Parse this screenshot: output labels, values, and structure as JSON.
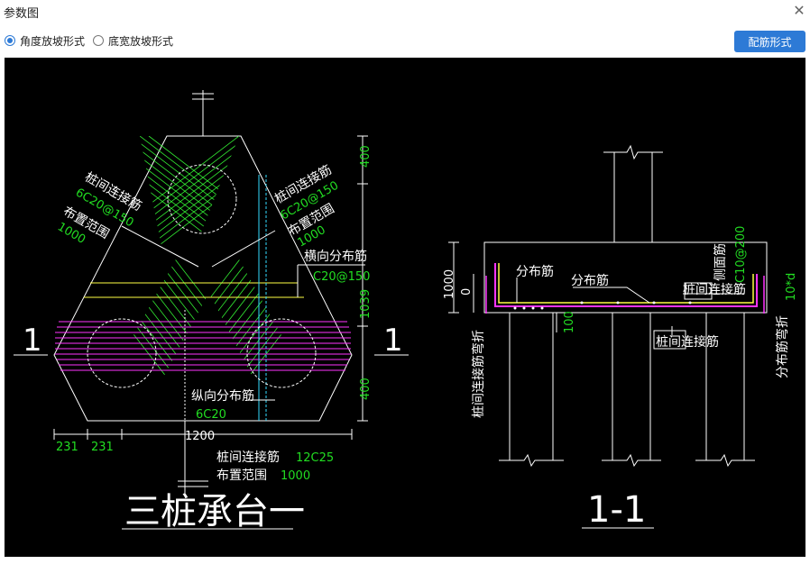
{
  "window": {
    "title": "参数图",
    "close_icon": "close-icon"
  },
  "toolbar": {
    "options": [
      {
        "label": "角度放坡形式",
        "checked": true
      },
      {
        "label": "底宽放坡形式",
        "checked": false
      }
    ],
    "primary_button": "配筋形式"
  },
  "colors": {
    "accent": "#2d7ad6",
    "canvas": "#000000",
    "line": "#ffffff",
    "text_green": "#22dd22",
    "rebar_green": "#33ee33",
    "pink": "#ff33ff",
    "yellow": "#ffff44",
    "cyan": "#33ddff"
  },
  "drawing": {
    "plan": {
      "title": "三桩承台一",
      "section_marks": [
        "1",
        "1"
      ],
      "left_label": {
        "name": "桩间连接筋",
        "spec": "6C20@150",
        "range_label": "布置范围",
        "range": "1000"
      },
      "right_label": {
        "name": "桩间连接筋",
        "spec": "6C20@150",
        "range_label": "布置范围",
        "range": "1000"
      },
      "transverse": {
        "name": "横向分布筋",
        "spec": "C20@150"
      },
      "longitudinal": {
        "name": "纵向分布筋",
        "spec": "6C20"
      },
      "bottom": {
        "name": "桩间连接筋",
        "spec": "12C25",
        "range_label": "布置范围",
        "range": "1000"
      },
      "dims_right": [
        "400",
        "1039",
        "400"
      ],
      "dims_bottom": [
        "231",
        "231",
        "1200"
      ]
    },
    "section": {
      "title": "1-1",
      "dim_left": "1000",
      "dim_zero": "0",
      "dim_100": "100",
      "labels": [
        "分布筋",
        "分布筋",
        "桩间连接筋",
        "桩间连接筋"
      ],
      "side_label": "侧面筋",
      "side_spec": "C10@200",
      "left_vertical": "桩间连接筋弯折",
      "right_vertical": "分布筋弯折",
      "right_dim": "10*d"
    }
  }
}
